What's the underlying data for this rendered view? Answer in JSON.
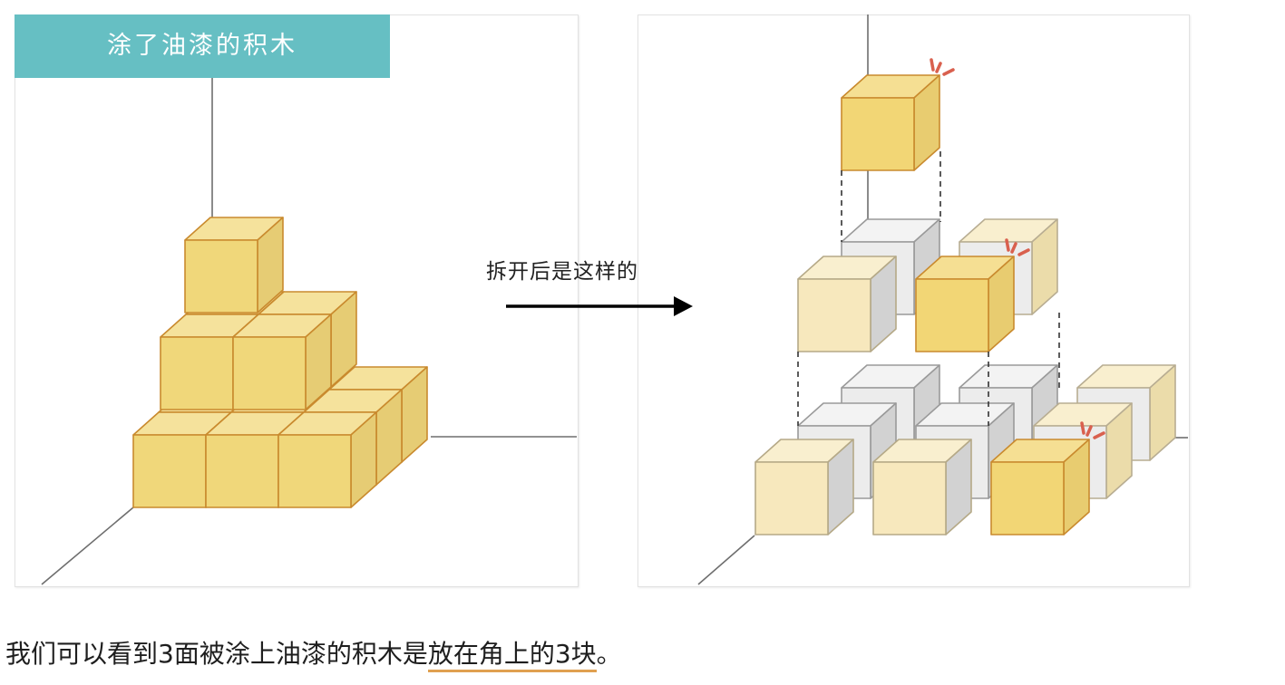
{
  "left_panel": {
    "title": "涂了油漆的积木",
    "colors": {
      "banner": "#66bfc3",
      "cube_front": "#f0d77a",
      "cube_top": "#f5e29c",
      "cube_side": "#e6cc74",
      "cube_edge": "#c98a2e"
    },
    "cube_count": 14
  },
  "arrow": {
    "label": "拆开后是这样的",
    "icon": "right-arrow-icon"
  },
  "right_panel": {
    "highlight_mark_icon": "sparkle-mark-icon",
    "highlighted_cube_count": 3,
    "colors": {
      "highlight_front": "#f2d675",
      "highlight_top": "#f5df93",
      "highlight_side": "#e8cc70",
      "highlight_edge": "#c98a2e",
      "pale_front": "#f7e8bd",
      "pale_top": "#f9efcf",
      "pale_side": "#ebdcaa",
      "gray_front": "#ececec",
      "gray_top": "#f3f3f3",
      "gray_side": "#d2d2d2",
      "gray_edge": "#9a9a9a",
      "mark": "#d9604e"
    }
  },
  "caption": {
    "text_before": "我们可以看到3面被涂上油漆的积木是",
    "text_highlight": "放在角上的3块",
    "text_after": "。"
  }
}
